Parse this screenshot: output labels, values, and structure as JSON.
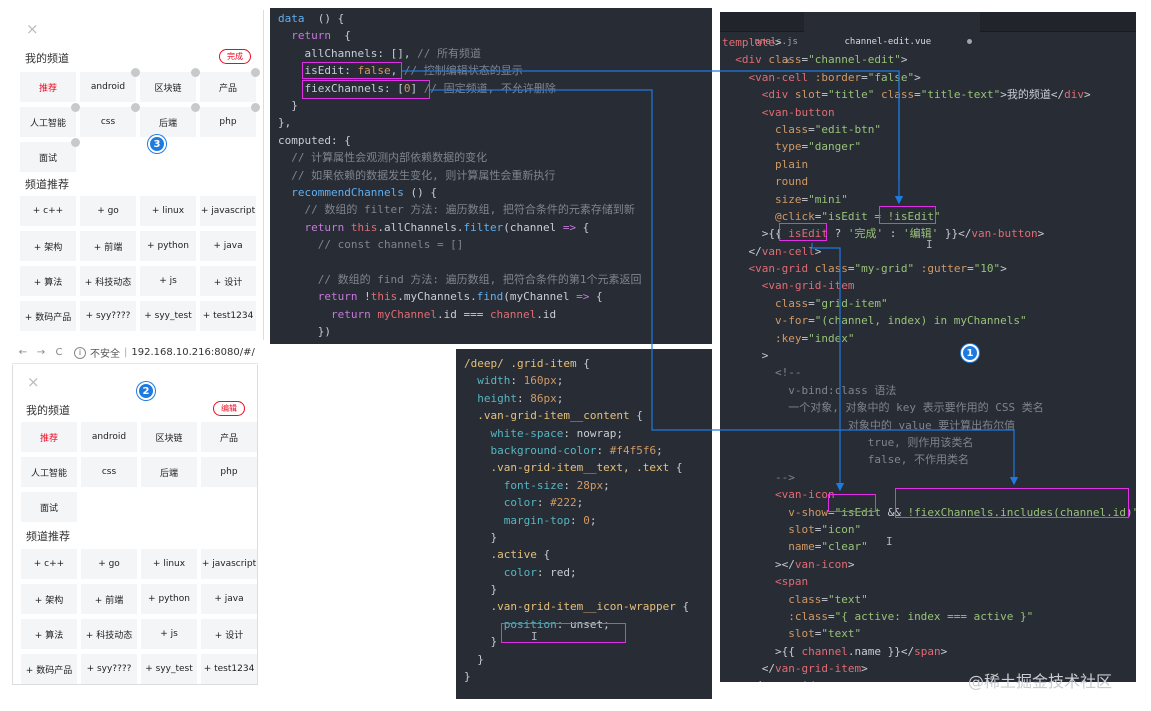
{
  "phone_edit": {
    "close_icon": "×",
    "my_channels_title": "我的频道",
    "edit_button": "完成",
    "channels": [
      {
        "name": "推荐",
        "active": true
      },
      {
        "name": "android"
      },
      {
        "name": "区块链"
      },
      {
        "name": "产品"
      },
      {
        "name": "人工智能"
      },
      {
        "name": "css"
      },
      {
        "name": "后端"
      },
      {
        "name": "php"
      },
      {
        "name": "面试"
      }
    ],
    "recommend_title": "频道推荐",
    "recommend": [
      "+ c++",
      "+ go",
      "+ linux",
      "+ javascript",
      "+ 架构",
      "+ 前端",
      "+ python",
      "+ java",
      "+ 算法",
      "+ 科技动态",
      "+ js",
      "+ 设计",
      "+ 数码产品",
      "+ syy????",
      "+ syy_test",
      "+ test1234"
    ],
    "badge": "3"
  },
  "browser": {
    "back": "←",
    "forward": "→",
    "reload": "C",
    "info": "i",
    "insecure": "不安全",
    "separator": "|",
    "url": "192.168.10.216:8080/#/"
  },
  "phone_normal": {
    "close_icon": "×",
    "my_channels_title": "我的频道",
    "edit_button": "编辑",
    "channels": [
      {
        "name": "推荐",
        "active": true
      },
      {
        "name": "android"
      },
      {
        "name": "区块链"
      },
      {
        "name": "产品"
      },
      {
        "name": "人工智能"
      },
      {
        "name": "css"
      },
      {
        "name": "后端"
      },
      {
        "name": "php"
      },
      {
        "name": "面试"
      }
    ],
    "recommend_title": "频道推荐",
    "recommend": [
      "+ c++",
      "+ go",
      "+ linux",
      "+ javascript",
      "+ 架构",
      "+ 前端",
      "+ python",
      "+ java",
      "+ 算法",
      "+ 科技动态",
      "+ js",
      "+ 设计",
      "+ 数码产品",
      "+ syy????",
      "+ syy_test",
      "+ test1234"
    ],
    "badge": "2"
  },
  "code_script": [
    [
      [
        "fn",
        "data"
      ],
      [
        "",
        "  () {"
      ]
    ],
    [
      [
        "kw",
        "  return"
      ],
      [
        "",
        "  {"
      ]
    ],
    [
      [
        "",
        "    allChannels: [], "
      ],
      [
        "cm",
        "// 所有频道"
      ]
    ],
    [
      [
        "",
        "    isEdit: "
      ],
      [
        "num",
        "false"
      ],
      [
        "",
        ", "
      ],
      [
        "cm",
        "// 控制编辑状态的显示"
      ]
    ],
    [
      [
        "",
        "    fiexChannels: ["
      ],
      [
        "num",
        "0"
      ],
      [
        "",
        "] "
      ],
      [
        "cm",
        "// 固定频道, 不允许删除"
      ]
    ],
    [
      [
        "",
        "  }"
      ]
    ],
    [
      [
        "",
        "},"
      ]
    ],
    [
      [
        "",
        "computed: {"
      ]
    ],
    [
      [
        "cm",
        "  // 计算属性会观测内部依赖数据的变化"
      ]
    ],
    [
      [
        "cm",
        "  // 如果依赖的数据发生变化, 则计算属性会重新执行"
      ]
    ],
    [
      [
        "fn",
        "  recommendChannels"
      ],
      [
        "",
        " () {"
      ]
    ],
    [
      [
        "cm",
        "    // 数组的 filter 方法: 遍历数组, 把符合条件的元素存储到新"
      ]
    ],
    [
      [
        "kw",
        "    return"
      ],
      [
        "red",
        " this"
      ],
      [
        "",
        ".allChannels."
      ],
      [
        "fn",
        "filter"
      ],
      [
        "",
        "(channel "
      ],
      [
        "kw",
        "=>"
      ],
      [
        "",
        " {"
      ]
    ],
    [
      [
        "cm",
        "      // const channels = []"
      ]
    ],
    [
      [
        "",
        ""
      ]
    ],
    [
      [
        "cm",
        "      // 数组的 find 方法: 遍历数组, 把符合条件的第1个元素返回"
      ]
    ],
    [
      [
        "kw",
        "      return"
      ],
      [
        "",
        " !"
      ],
      [
        "red",
        "this"
      ],
      [
        "",
        ".myChannels."
      ],
      [
        "fn",
        "find"
      ],
      [
        "",
        "(myChannel "
      ],
      [
        "kw",
        "=>"
      ],
      [
        "",
        " {"
      ]
    ],
    [
      [
        "kw",
        "        return"
      ],
      [
        "red",
        " myChannel"
      ],
      [
        "",
        ".id === "
      ],
      [
        "red",
        "channel"
      ],
      [
        "",
        ".id"
      ]
    ],
    [
      [
        "",
        "      })"
      ]
    ]
  ],
  "code_style": [
    [
      [
        "sel",
        "/deep/ .grid-item"
      ],
      [
        "",
        " {"
      ]
    ],
    [
      [
        "prop",
        "  width"
      ],
      [
        "",
        ": "
      ],
      [
        "num",
        "160px"
      ],
      [
        "",
        ";"
      ]
    ],
    [
      [
        "prop",
        "  height"
      ],
      [
        "",
        ": "
      ],
      [
        "num",
        "86px"
      ],
      [
        "",
        ";"
      ]
    ],
    [
      [
        "sel",
        "  .van-grid-item__content"
      ],
      [
        "",
        " {"
      ]
    ],
    [
      [
        "prop",
        "    white-space"
      ],
      [
        "",
        ": nowrap;"
      ]
    ],
    [
      [
        "prop",
        "    background-color"
      ],
      [
        "",
        ": "
      ],
      [
        "num",
        "#f4f5f6"
      ],
      [
        "",
        ";"
      ]
    ],
    [
      [
        "sel",
        "    .van-grid-item__text, .text"
      ],
      [
        "",
        " {"
      ]
    ],
    [
      [
        "prop",
        "      font-size"
      ],
      [
        "",
        ": "
      ],
      [
        "num",
        "28px"
      ],
      [
        "",
        ";"
      ]
    ],
    [
      [
        "prop",
        "      color"
      ],
      [
        "",
        ": "
      ],
      [
        "num",
        "#222"
      ],
      [
        "",
        ";"
      ]
    ],
    [
      [
        "prop",
        "      margin-top"
      ],
      [
        "",
        ": "
      ],
      [
        "num",
        "0"
      ],
      [
        "",
        ";"
      ]
    ],
    [
      [
        "",
        "    }"
      ]
    ],
    [
      [
        "sel",
        "    .active"
      ],
      [
        "",
        " {"
      ]
    ],
    [
      [
        "prop",
        "      color"
      ],
      [
        "",
        ": red;"
      ]
    ],
    [
      [
        "",
        "    }"
      ]
    ],
    [
      [
        "sel",
        "    .van-grid-item__icon-wrapper"
      ],
      [
        "",
        " {"
      ]
    ],
    [
      [
        "prop",
        "      position"
      ],
      [
        "",
        ": unset;"
      ]
    ],
    [
      [
        "",
        "    }"
      ]
    ],
    [
      [
        "",
        "  }"
      ]
    ],
    [
      [
        "",
        "}"
      ]
    ]
  ],
  "editor_tabs": {
    "left_tab": "nnels.js",
    "left_close": "×",
    "active_tab": "channel-edit.vue"
  },
  "code_template": [
    [
      [
        "tag",
        "template"
      ],
      [
        "",
        ">"
      ]
    ],
    [
      [
        "",
        ""
      ],
      [
        "tag",
        "  <div"
      ],
      [
        "attr",
        " class"
      ],
      [
        "",
        "="
      ],
      [
        "str",
        "\"channel-edit\""
      ],
      [
        "",
        ">"
      ]
    ],
    [
      [
        "tag",
        "    <van-cell"
      ],
      [
        "attr",
        " :border"
      ],
      [
        "",
        "="
      ],
      [
        "str",
        "\"false\""
      ],
      [
        "",
        ">"
      ]
    ],
    [
      [
        "tag",
        "      <div"
      ],
      [
        "attr",
        " slot"
      ],
      [
        "",
        "="
      ],
      [
        "str",
        "\"title\""
      ],
      [
        "attr",
        " class"
      ],
      [
        "",
        "="
      ],
      [
        "str",
        "\"title-text\""
      ],
      [
        "",
        ">我的频道</"
      ],
      [
        "tag",
        "div"
      ],
      [
        "",
        ">"
      ]
    ],
    [
      [
        "tag",
        "      <van-button"
      ]
    ],
    [
      [
        "attr",
        "        class"
      ],
      [
        "",
        "="
      ],
      [
        "str",
        "\"edit-btn\""
      ]
    ],
    [
      [
        "attr",
        "        type"
      ],
      [
        "",
        "="
      ],
      [
        "str",
        "\"danger\""
      ]
    ],
    [
      [
        "attr",
        "        plain"
      ]
    ],
    [
      [
        "attr",
        "        round"
      ]
    ],
    [
      [
        "attr",
        "        size"
      ],
      [
        "",
        "="
      ],
      [
        "str",
        "\"mini\""
      ]
    ],
    [
      [
        "attr",
        "        @click"
      ],
      [
        "",
        "="
      ],
      [
        "str",
        "\"isEdit = "
      ],
      [
        "str",
        "!isEdit\""
      ]
    ],
    [
      [
        "",
        "      >{{ "
      ],
      [
        "red",
        "isEdit"
      ],
      [
        "",
        " ? "
      ],
      [
        "str",
        "'完成'"
      ],
      [
        "",
        " : "
      ],
      [
        "str",
        "'编辑'"
      ],
      [
        "",
        " }}</"
      ],
      [
        "tag",
        "van-button"
      ],
      [
        "",
        ">"
      ]
    ],
    [
      [
        "",
        "    </"
      ],
      [
        "tag",
        "van-cell"
      ],
      [
        "",
        ">"
      ]
    ],
    [
      [
        "tag",
        "    <van-grid"
      ],
      [
        "attr",
        " class"
      ],
      [
        "",
        "="
      ],
      [
        "str",
        "\"my-grid\""
      ],
      [
        "attr",
        " :gutter"
      ],
      [
        "",
        "="
      ],
      [
        "str",
        "\"10\""
      ],
      [
        "",
        ">"
      ]
    ],
    [
      [
        "tag",
        "      <van-grid-item"
      ]
    ],
    [
      [
        "attr",
        "        class"
      ],
      [
        "",
        "="
      ],
      [
        "str",
        "\"grid-item\""
      ]
    ],
    [
      [
        "attr",
        "        v-for"
      ],
      [
        "",
        "="
      ],
      [
        "str",
        "\"(channel, index) in myChannels\""
      ]
    ],
    [
      [
        "attr",
        "        :key"
      ],
      [
        "",
        "="
      ],
      [
        "str",
        "\"index\""
      ]
    ],
    [
      [
        "",
        "      >"
      ]
    ],
    [
      [
        "cm",
        "        <!--"
      ]
    ],
    [
      [
        "cm",
        "          v-bind:class 语法"
      ]
    ],
    [
      [
        "cm",
        "          一个对象, 对象中的 key 表示要作用的 CSS 类名"
      ]
    ],
    [
      [
        "cm",
        "                   对象中的 value 要计算出布尔值"
      ]
    ],
    [
      [
        "cm",
        "                      true, 则作用该类名"
      ]
    ],
    [
      [
        "cm",
        "                      false, 不作用类名"
      ]
    ],
    [
      [
        "cm",
        "        -->"
      ]
    ],
    [
      [
        "tag",
        "        <van-icon"
      ]
    ],
    [
      [
        "attr",
        "          v-show"
      ],
      [
        "",
        "="
      ],
      [
        "str",
        "\"isEdit"
      ],
      [
        "",
        ""
      ],
      [
        "",
        " && "
      ],
      [
        "str",
        "!fiexChannels.includes(channel.id)\""
      ]
    ],
    [
      [
        "attr",
        "          slot"
      ],
      [
        "",
        "="
      ],
      [
        "str",
        "\"icon\""
      ]
    ],
    [
      [
        "attr",
        "          name"
      ],
      [
        "",
        "="
      ],
      [
        "str",
        "\"clear\""
      ]
    ],
    [
      [
        "",
        "        ></"
      ],
      [
        "tag",
        "van-icon"
      ],
      [
        "",
        ">"
      ]
    ],
    [
      [
        "tag",
        "        <span"
      ]
    ],
    [
      [
        "attr",
        "          class"
      ],
      [
        "",
        "="
      ],
      [
        "str",
        "\"text\""
      ]
    ],
    [
      [
        "attr",
        "          :class"
      ],
      [
        "",
        "="
      ],
      [
        "str",
        "\"{ active: index === active }\""
      ]
    ],
    [
      [
        "attr",
        "          slot"
      ],
      [
        "",
        "="
      ],
      [
        "str",
        "\"text\""
      ]
    ],
    [
      [
        "",
        "        >{{ "
      ],
      [
        "red",
        "channel"
      ],
      [
        "",
        ".name }}</"
      ],
      [
        "tag",
        "span"
      ],
      [
        "",
        ">"
      ]
    ],
    [
      [
        "",
        "      </"
      ],
      [
        "tag",
        "van-grid-item"
      ],
      [
        "",
        ">"
      ]
    ],
    [
      [
        "",
        "    </"
      ],
      [
        "tag",
        "van-grid"
      ],
      [
        "",
        ">"
      ]
    ]
  ],
  "badge1": "1",
  "watermark": "@稀土掘金技术社区",
  "colors": {
    "accent_red": "#ee0a24",
    "highlight": "#e22ee8",
    "arrow": "#1f7ae0",
    "badge": "#1f7ae0"
  }
}
